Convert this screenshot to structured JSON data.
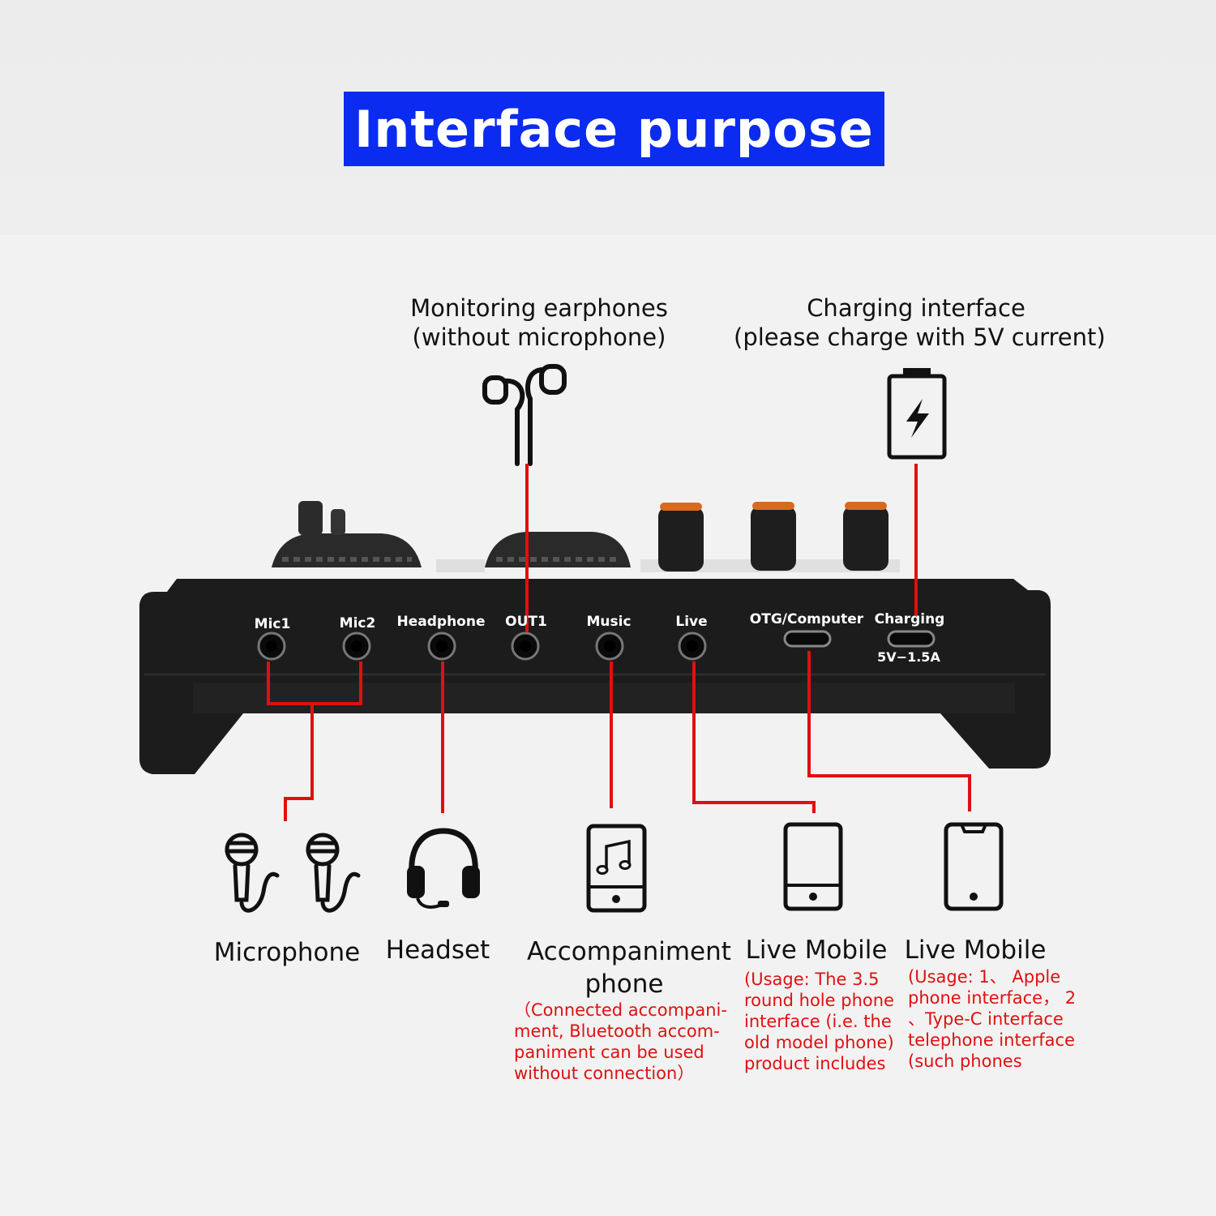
{
  "title": "Interface purpose",
  "top_callouts": {
    "monitoring": [
      "Monitoring earphones",
      "(without microphone)"
    ],
    "charging": [
      "Charging interface",
      "(please charge with 5V current)"
    ]
  },
  "device": {
    "ports": {
      "mic1": "Mic1",
      "mic2": "Mic2",
      "headphone": "Headphone",
      "out1": "OUT1",
      "music": "Music",
      "live": "Live",
      "otg": "OTG/Computer",
      "charging": "Charging",
      "charging_rating": "5V−1.5A"
    }
  },
  "bottom_items": {
    "microphone": "Microphone",
    "headset": "Headset",
    "accompaniment": [
      "Accompaniment",
      "phone"
    ],
    "accompaniment_note": [
      "（Connected accompani-",
      "ment, Bluetooth accom-",
      "paniment can be used",
      "without connection）"
    ],
    "live_mobile_1": "Live Mobile",
    "live_mobile_1_note": [
      "(Usage: The 3.5",
      "round hole phone",
      "interface (i.e. the",
      "old model phone)",
      "product includes"
    ],
    "live_mobile_2": "Live Mobile",
    "live_mobile_2_note": [
      "(Usage: 1、 Apple",
      "phone interface， 2",
      "、Type-C interface",
      "telephone interface",
      "(such phones"
    ]
  },
  "colors": {
    "banner": "#0b2bf0",
    "connector_line": "#e01010",
    "note_text": "#e01010",
    "device_body": "#1c1c1c"
  },
  "icons": [
    "earphones-icon",
    "battery-charging-icon",
    "microphone-icon",
    "headset-icon",
    "music-phone-icon",
    "phone-icon"
  ]
}
